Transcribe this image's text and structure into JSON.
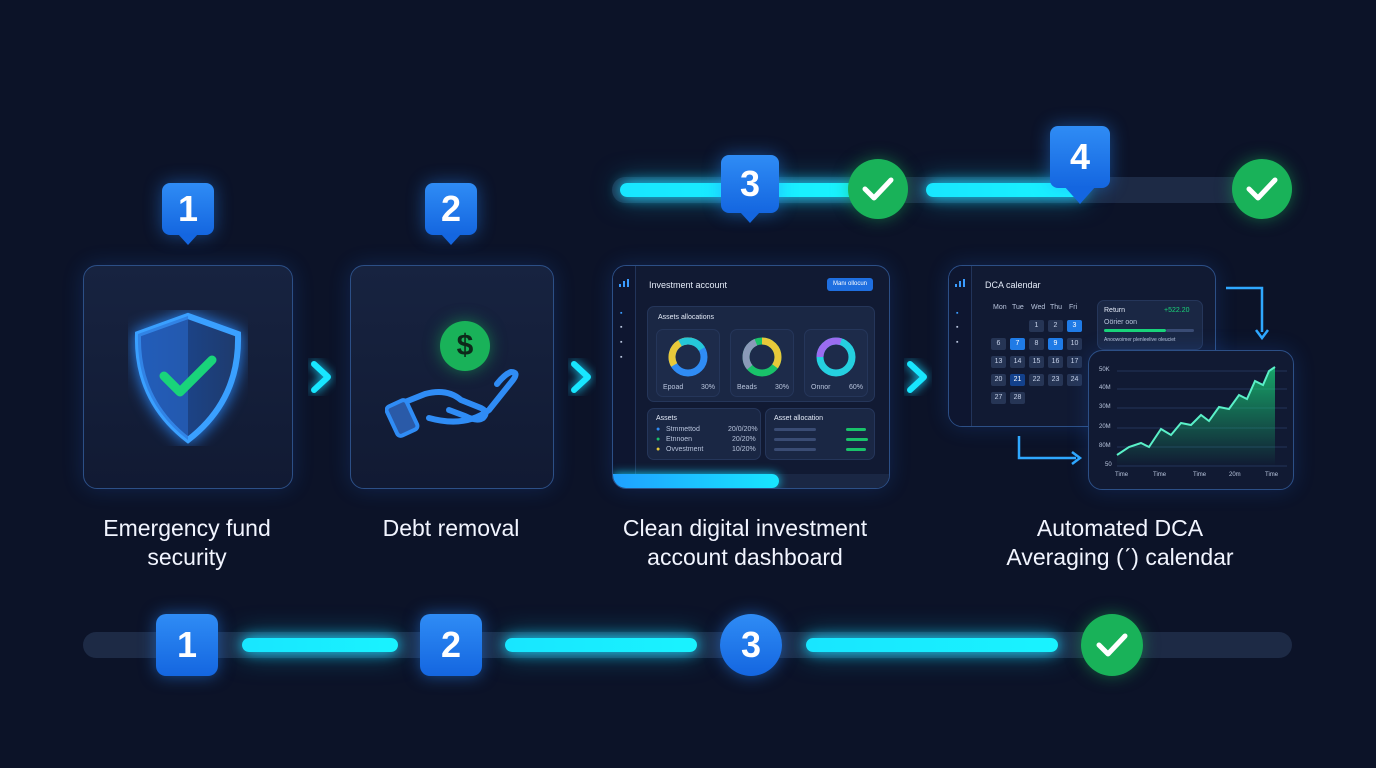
{
  "steps": [
    {
      "number": "1",
      "caption_line1": "Emergency fund",
      "caption_line2": "security",
      "icon": "shield-check-icon"
    },
    {
      "number": "2",
      "caption_line1": "Debt removal",
      "caption_line2": "",
      "icon": "hand-dollar-icon"
    },
    {
      "number": "3",
      "caption_line1": "Clean digital investment",
      "caption_line2": "account dashboard",
      "icon": "dashboard"
    },
    {
      "number": "4",
      "caption_line1": "Automated DCA",
      "caption_line2": "Averaging (ˊ) calendar",
      "icon": "calendar-chart"
    }
  ],
  "dashboard": {
    "title": "Investment account",
    "button": "Manı ollocun",
    "allocations_title": "Assets allocations",
    "donuts": [
      {
        "label": "Epoad",
        "pct": "30%"
      },
      {
        "label": "Beads",
        "pct": "30%"
      },
      {
        "label": "Onnor",
        "pct": "60%"
      }
    ],
    "assets_title": "Assets",
    "assets": [
      {
        "name": "Stmmettod",
        "value": "20/0/20%"
      },
      {
        "name": "Etnnoen",
        "value": "20/20%"
      },
      {
        "name": "Ovvestment",
        "value": "10/20%"
      }
    ],
    "allocation_title": "Asset allocation",
    "progress": 0.6
  },
  "calendar": {
    "title": "DCA calendar",
    "days": [
      "Mon",
      "Tue",
      "Wed",
      "Thu",
      "Fri"
    ],
    "dates": [
      "1",
      "2",
      "3",
      "6",
      "7",
      "8",
      "9",
      "10",
      "13",
      "14",
      "15",
      "16",
      "17",
      "20",
      "21",
      "22",
      "23",
      "24",
      "27",
      "28"
    ],
    "return_label": "Return",
    "return_value": "+522.20",
    "return_sub": "Oörier oon",
    "return_note": "Anoowoimer plenleelive oleuciet",
    "y_ticks": [
      "50K",
      "40M",
      "30M",
      "20M",
      "80M",
      "50"
    ],
    "x_ticks": [
      "Time",
      "Time",
      "Time",
      "20m",
      "Time"
    ]
  },
  "bottom_track": {
    "markers": [
      "1",
      "2",
      "3"
    ]
  },
  "colors": {
    "background": "#0c1328",
    "accent_blue": "#1f7be6",
    "glow_cyan": "#18e6ff",
    "check_green": "#19b259"
  }
}
